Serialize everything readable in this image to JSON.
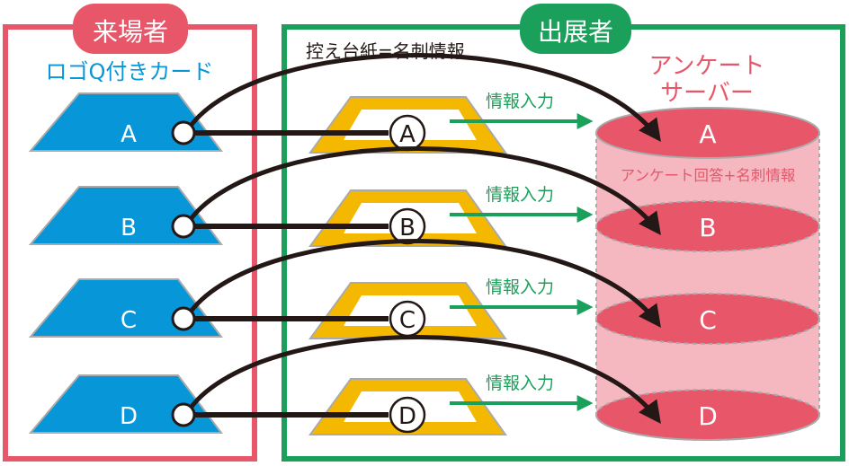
{
  "visitor": {
    "title": "来場者",
    "card_label": "ロゴQ付きカード",
    "color": "#e8566a"
  },
  "exhibitor": {
    "title": "出展者",
    "stub_label": "控え台紙=名刺情報",
    "color": "#1aa05a"
  },
  "server": {
    "title_line1": "アンケート",
    "title_line2": "サーバー",
    "content_label": "アンケート回答+名刺情報",
    "color": "#e8566a"
  },
  "input_label": "情報入力",
  "rows": [
    {
      "id": "A",
      "card": "A",
      "stub": "A",
      "record": "A",
      "input": "情報入力"
    },
    {
      "id": "B",
      "card": "B",
      "stub": "B",
      "record": "B",
      "input": "情報入力"
    },
    {
      "id": "C",
      "card": "C",
      "stub": "C",
      "record": "C",
      "input": "情報入力"
    },
    {
      "id": "D",
      "card": "D",
      "stub": "D",
      "record": "D",
      "input": "情報入力"
    }
  ],
  "colors": {
    "card": "#0796d8",
    "stub": "#f5b800",
    "link": "#231815",
    "arrow_green": "#1aa05a",
    "server_body": "#f5b8c0",
    "server_disk": "#e8566a"
  }
}
